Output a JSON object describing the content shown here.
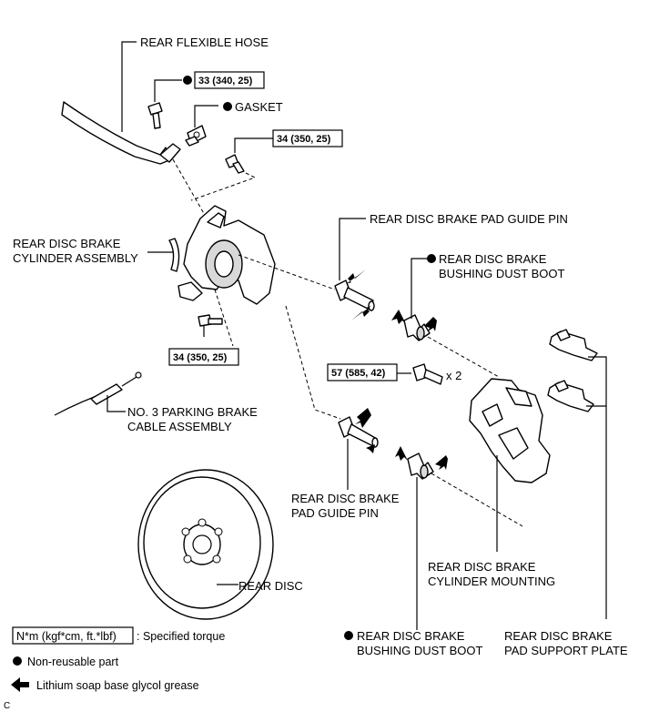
{
  "labels": {
    "rear_flexible_hose": "REAR FLEXIBLE HOSE",
    "gasket": "GASKET",
    "cylinder_assembly_1": "REAR DISC BRAKE",
    "cylinder_assembly_2": "CYLINDER ASSEMBLY",
    "guide_pin_top": "REAR DISC BRAKE PAD GUIDE PIN",
    "dust_boot_top_1": "REAR DISC BRAKE",
    "dust_boot_top_2": "BUSHING DUST BOOT",
    "parking_cable_1": "NO. 3 PARKING BRAKE",
    "parking_cable_2": "CABLE ASSEMBLY",
    "guide_pin_bottom_1": "REAR DISC BRAKE",
    "guide_pin_bottom_2": "PAD GUIDE PIN",
    "rear_disc": "REAR DISC",
    "cylinder_mounting_1": "REAR DISC BRAKE",
    "cylinder_mounting_2": "CYLINDER MOUNTING",
    "dust_boot_bottom_1": "REAR DISC BRAKE",
    "dust_boot_bottom_2": "BUSHING DUST BOOT",
    "support_plate_1": "REAR DISC BRAKE",
    "support_plate_2": "PAD SUPPORT PLATE",
    "multiplier": "x 2"
  },
  "torques": {
    "t1": "33 (340, 25)",
    "t2": "34 (350, 25)",
    "t3": "34 (350, 25)",
    "t4": "57 (585, 42)"
  },
  "legend": {
    "torque_box": "N*m (kgf*cm, ft.*lbf)",
    "torque_text": ": Specified torque",
    "non_reusable": "Non-reusable part",
    "grease": "Lithium soap base glycol grease"
  },
  "corner_mark": "C",
  "icons": {
    "non_reusable": "filled-circle",
    "grease": "left-arrow"
  }
}
